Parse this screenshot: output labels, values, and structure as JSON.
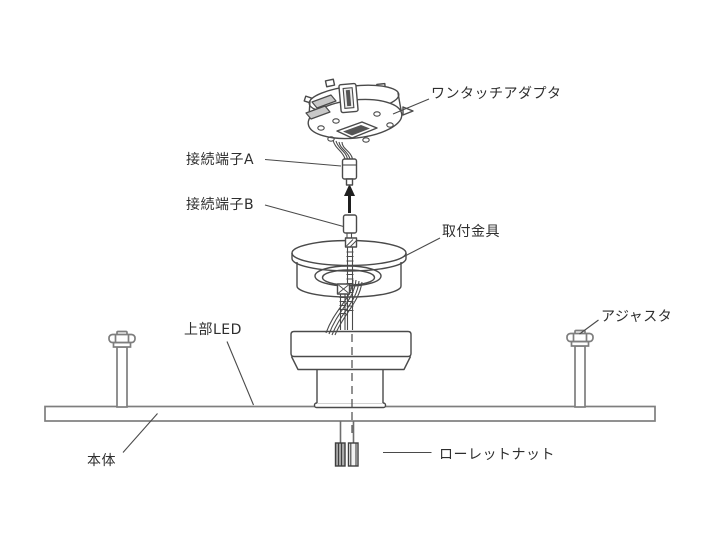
{
  "canvas": {
    "background": "#ffffff",
    "line_color": "#4a4a4a",
    "hardware_line_color": "#7e7e7e",
    "text_color": "#2e2e2e",
    "arrow_color": "#1f1f1f"
  },
  "labels": {
    "one_touch_adapter": "ワンタッチアダプタ",
    "terminal_a": "接続端子A",
    "terminal_b": "接続端子B",
    "mounting_bracket": "取付金具",
    "upper_led": "上部LED",
    "adjuster": "アジャスタ",
    "main_body": "本体",
    "knurled_nut": "ローレットナット"
  }
}
